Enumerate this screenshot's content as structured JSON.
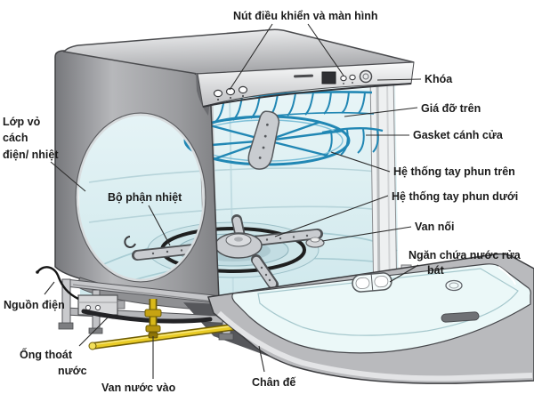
{
  "labels": {
    "control_panel": "Nút điều khiển và màn hình",
    "lock": "Khóa",
    "upper_rack": "Giá đỡ trên",
    "door_gasket": "Gasket cánh cửa",
    "upper_spray_system": "Hệ thống tay phun trên",
    "lower_spray_system": "Hệ thống tay phun dưới",
    "connector_valve": "Van nối",
    "detergent_compartment": {
      "line1": "Ngăn chứa nước rửa",
      "line2": "bát"
    },
    "insulation": {
      "line1": "Lớp vỏ",
      "line2": "cách",
      "line3": "điện/ nhiệt"
    },
    "heating_element": "Bộ phận nhiệt",
    "power_source": "Nguồn điện",
    "drain_pipe": {
      "line1": "Ống thoát",
      "line2": "nước"
    },
    "water_inlet_valve": "Van nước vào",
    "base_stand": "Chân đế"
  },
  "colors": {
    "background": "#ffffff",
    "label_text": "#1b1b1b",
    "leader_line": "#2c2c2c",
    "cabinet_gray": "#a9aaad",
    "interior_blue": "#dceef1",
    "rack_blue": "#2187b4",
    "pipe_yellow": "#e9cb25",
    "heater_black": "#1f1f1f"
  }
}
